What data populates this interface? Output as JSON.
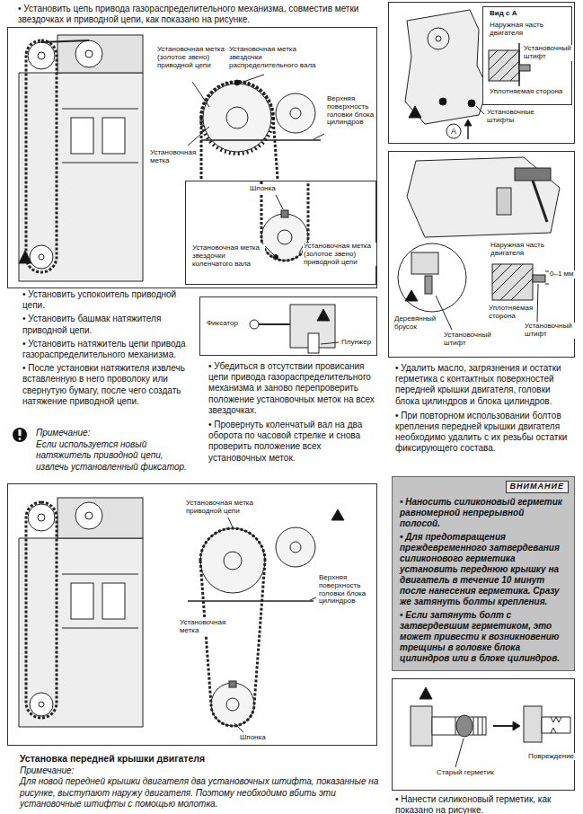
{
  "diagram": {
    "nodes": [
      {
        "text": [
          "Установочная метка (золотое звено) приводной цепи",
          "Установочная метка звездочки распределительного вала",
          "Верхняя поверхность головки блока цилиндров",
          "Установочная метка"
        ]
      },
      {
        "text": [
          "Шпонка",
          "Установочная метка звездочки коленчатого вала",
          "Установочная метка (золотое звено) приводной цепи"
        ],
        "in": 0
      },
      {
        "text": [
          "Установочные штифты",
          "A"
        ]
      },
      {
        "text": [
          "Вид с А",
          "Наружная часть двигателя",
          "Установочный штифт",
          "Уплотняемая сторона"
        ],
        "in": 2
      },
      {
        "text": [
          "Фиксатор",
          "Плунжер"
        ]
      },
      {
        "text": [
          "Деревянный брусок",
          "Установочный штифт",
          "Наружная часть двигателя",
          "0–1 мм",
          "Уплотняемая сторона",
          "Установочный штифт"
        ]
      },
      {
        "text": [
          "Установочная метка приводной цепи",
          "Верхняя поверхность головки блока цилиндров",
          "Установочная метка",
          "Шпонка"
        ]
      },
      {
        "text": [
          "ВНИМАНИЕ",
          "• Наносить силиконовый герметик равномерной непрерывной полосой.",
          "• Для предотвращения преждевременного затвердевания силиконового герметика установить переднюю крышку на двигатель в течение 10 минут после нанесения герметика. Сразу же затянуть болты крепления.",
          "• Если затянуть болт с затвердевшим герметиком, это может привести к возникновению трещины в головке блока цилиндров или в блоке цилиндров."
        ]
      },
      {
        "text": [
          "Старый герметик",
          "Повреждение"
        ]
      }
    ],
    "labels": [
      "• Установить цепь привода газораспределительного механизма, совместив метки звездочках и приводной цепи, как показано на рисунке.",
      "• Установить успокоитель приводной цепи.",
      "• Установить башмак натяжителя приводной цепи.",
      "• Установить натяжитель цепи привода газораспределительного механизма.",
      "• После установки натяжителя извлечь вставленную в него проволоку или свернутую бумагу, после чего создать натяжение приводной цепи.",
      "Примечание:",
      "Если используется новый натяжитель приводной цепи, извлечь установленный фиксатор.",
      "• Убедиться в отсутствии провисания цепи привода газораспределительного механизма и заново перепроверить положение установочных меток на всех звездочках.",
      "• Провернуть коленчатый вал на два оборота по часовой стрелке и снова проверить положение всех установочных меток.",
      "• Удалить масло, загрязнения и остатки герметика с контактных поверхностей передней крышки двигателя, головки блока цилиндров и блока цилиндров.",
      "• При повторном использовании болтов крепления передней крышки двигателя необходимо удалить с их резьбы остатки фиксирующего состава.",
      "Установка передней крышки двигателя",
      "Примечание:",
      "Для новой передней крышки двигателя два установочных штифта, показанные на рисунке, выступают наружу двигателя. Поэтому необходимо вбить эти установочные штифты с помощью молотка.",
      "• Нанести силиконовый герметик, как показано на рисунке."
    ]
  }
}
